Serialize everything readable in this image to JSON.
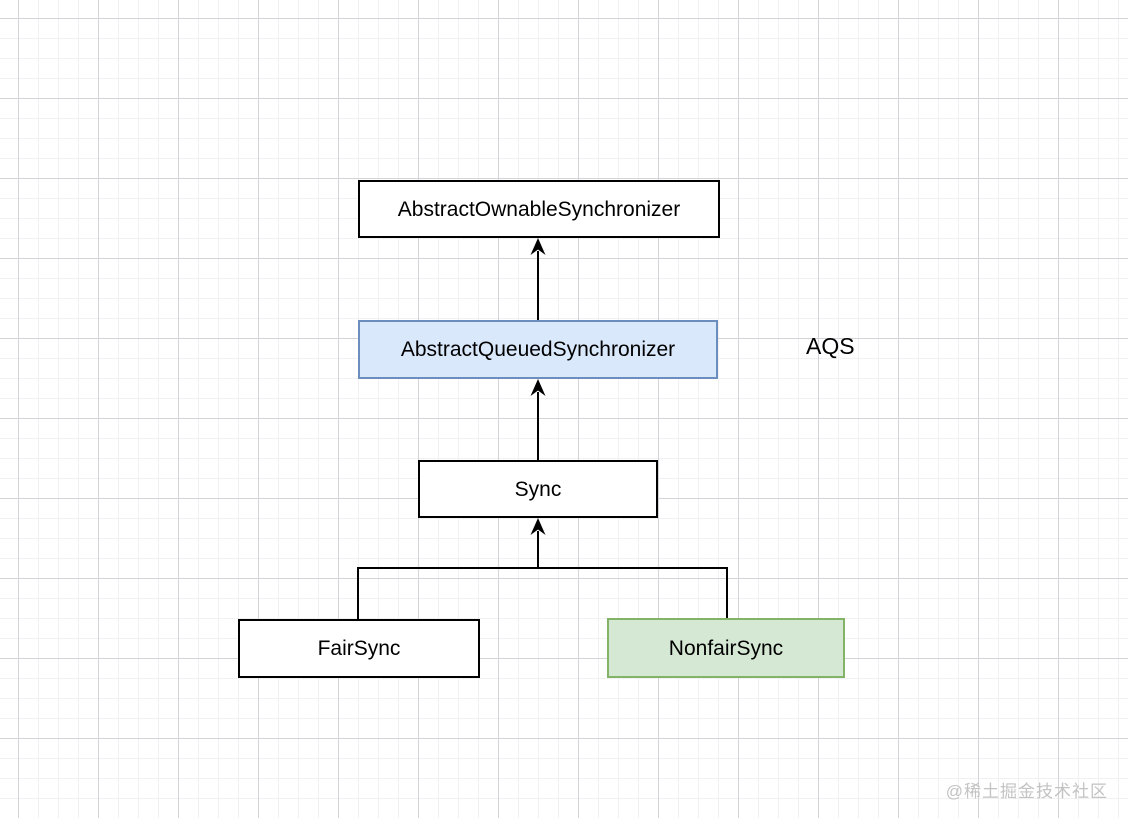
{
  "diagram": {
    "title_hint": "AQS class hierarchy diagram",
    "nodes": [
      {
        "label": "AbstractOwnableSynchronizer",
        "fill": "#ffffff",
        "border": "#000000"
      },
      {
        "label": "AbstractQueuedSynchronizer",
        "fill": "#dae8fc",
        "border": "#6c8ebf"
      },
      {
        "label": "Sync",
        "fill": "#ffffff",
        "border": "#000000"
      },
      {
        "label": "FairSync",
        "fill": "#ffffff",
        "border": "#000000"
      },
      {
        "label": "NonfairSync",
        "fill": "#d5e8d4",
        "border": "#82b366"
      }
    ],
    "edges": [
      {
        "from": "AbstractQueuedSynchronizer",
        "to": "AbstractOwnableSynchronizer"
      },
      {
        "from": "Sync",
        "to": "AbstractQueuedSynchronizer"
      },
      {
        "from": "FairSync",
        "to": "Sync"
      },
      {
        "from": "NonfairSync",
        "to": "Sync"
      }
    ],
    "annotation": "AQS",
    "line_color": "#000000",
    "grid": {
      "minor_color": "#f1f1f4",
      "major_color": "#d4d4d8",
      "minor_step": 20,
      "major_step": 80
    }
  },
  "watermark": "@稀土掘金技术社区"
}
